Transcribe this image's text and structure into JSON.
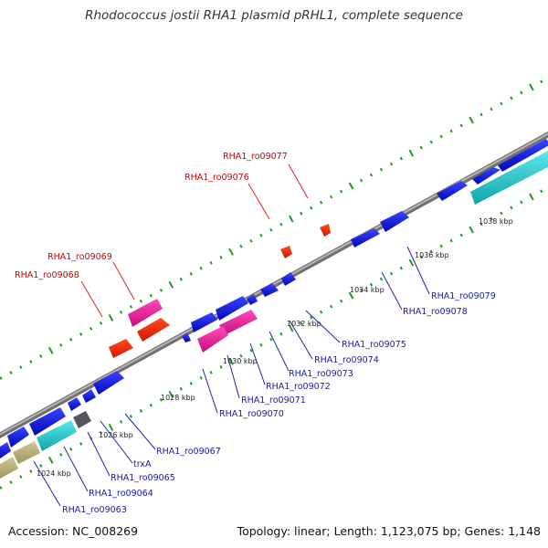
{
  "title": "Rhodococcus jostii RHA1 plasmid pRHL1, complete sequence",
  "footer": {
    "accession": "Accession: NC_008269",
    "summary": "Topology: linear; Length: 1,123,075 bp; Genes: 1,148"
  },
  "scale_labels": [
    "1024 kbp",
    "1026 kbp",
    "1028 kbp",
    "1030 kbp",
    "1032 kbp",
    "1034 kbp",
    "1036 kbp",
    "1038 kbp"
  ],
  "gene_labels": {
    "red": [
      "RHA1_ro09077",
      "RHA1_ro09076",
      "RHA1_ro09069",
      "RHA1_ro09068"
    ],
    "blue": [
      "RHA1_ro09079",
      "RHA1_ro09078",
      "RHA1_ro09075",
      "RHA1_ro09074",
      "RHA1_ro09073",
      "RHA1_ro09072",
      "RHA1_ro09071",
      "RHA1_ro09070",
      "RHA1_ro09067",
      "trxA",
      "RHA1_ro09065",
      "RHA1_ro09064",
      "RHA1_ro09063"
    ]
  },
  "colors": {
    "backbone": "#888888",
    "cds": "#0d16e0",
    "rna": "#f42c00",
    "pink": "#e8209a",
    "cyan": "#20c8cc",
    "khaki": "#b7b07a",
    "gray_feature": "#555560",
    "tick": "#229922",
    "label_red": "#cc0000",
    "label_blue": "#1a1aa8"
  }
}
